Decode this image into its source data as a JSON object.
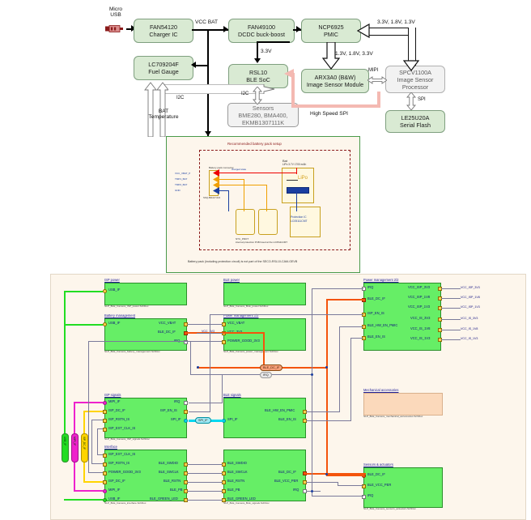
{
  "top_diagram": {
    "micro_usb_label": "Micro\nUSB",
    "blocks": [
      {
        "id": "charger",
        "line1": "FAN54120",
        "line2": "Charger IC"
      },
      {
        "id": "dcdc",
        "line1": "FAN49100",
        "line2": "DCDC buck-boost"
      },
      {
        "id": "pmic",
        "line1": "NCP6925",
        "line2": "PMIC"
      },
      {
        "id": "fuelgauge",
        "line1": "LC709204F",
        "line2": "Fuel Gauge"
      },
      {
        "id": "rsl10",
        "line1": "RSL10",
        "line2": "BLE SoC"
      },
      {
        "id": "sensor",
        "line1": "ARX3A0 (B&W)",
        "line2": "Image Sensor Module"
      },
      {
        "id": "isp",
        "line1": "SPCV1100A",
        "line2": "Image Sensor",
        "line3": "Processor"
      },
      {
        "id": "flash",
        "line1": "LE25U20A",
        "line2": "Serial Flash"
      },
      {
        "id": "sensors",
        "line1": "Sensors",
        "line2": "BME280, BMA400,",
        "line3": "EKMB1307111K"
      }
    ],
    "net_labels": {
      "vcc_bat": "VCC BAT",
      "v33": "3.3V",
      "pmic_in": "3.3V, 1.8V, 1.3V",
      "pmic_out": "1.3V, 1.8V, 3.3V",
      "mipi": "MIPI",
      "spi": "SPI",
      "hs_spi": "High Speed SPI",
      "i2c_fuel": "I2C",
      "i2c_sensors": "I2C",
      "bat_temperature": "BAT\nTemperature"
    }
  },
  "battery_panel": {
    "title": "Recommended battery pack setup",
    "caption": "Battery pack (including protection circuit) is not part of the SECO-RSL10-CAM-GEVB",
    "cell_label": "Bat",
    "cell_spec": "LiPo 3.7V 1700 mAh",
    "cell_chem": "LiPo",
    "protection_label": "Protection IC",
    "protection_part": "LC05111CMT",
    "connector_title": "Battery pack connector",
    "connector_part": "SSQ-891117-02J",
    "connector_pins": [
      {
        "name": "VCC_VBAT_P",
        "num": "1"
      },
      {
        "name": "TMP1_BAT",
        "num": "2"
      },
      {
        "name": "TMP2_BAT",
        "num": "3"
      },
      {
        "name": "GND",
        "num": "4"
      }
    ],
    "charger_note": "charged state",
    "therm_note": "NTC_PROT",
    "therm_note2": "internal protection PCB fused at the LC05111CMT"
  },
  "bottom_diagram": {
    "blocks": [
      {
        "id": "isp_power",
        "title": "ISP power",
        "footer": "SLP_BLE_Camera_ISP_power.SchDoc",
        "inputs": [
          "USB_IF"
        ],
        "outputs": []
      },
      {
        "id": "battery_management",
        "title": "Battery management",
        "footer": "SLP_BLE_Camera_battery_management.SchDoc",
        "inputs": [
          "USB_IF"
        ],
        "outputs": [
          "VCC_VBAT",
          "BLE_DC_IF",
          "IRQ"
        ]
      },
      {
        "id": "ble_power",
        "title": "BLE power",
        "footer": "SLP_BLE_Camera_BLE_power.SchDoc",
        "inputs": [],
        "outputs": []
      },
      {
        "id": "power_management_1",
        "title": "Power management 1/2",
        "footer": "SLP_BLE_Camera_power_management.SchDoc",
        "inputs": [
          "VCC_VBAT",
          "VCC_3V3",
          "POWER_GOOD_3V3"
        ],
        "outputs": []
      },
      {
        "id": "power_management_2",
        "title": "Power management 2/2",
        "footer": "",
        "inputs": [
          "IRQ",
          "BLE_DC_IF",
          "ISP_EN_IS",
          "BLE_HW_EN_PMIC",
          "BLE_EN_IS"
        ],
        "outputs": [
          "VCC_ISP_3V3",
          "VCC_ISP_1V8",
          "VCC_ISP_1V3",
          "VCC_IS_3V3",
          "VCC_IS_1V8",
          "VCC_IS_1V3"
        ],
        "nets": [
          "VCC_ISP_3V3",
          "VCC_ISP_1V8",
          "VCC_ISP_1V3",
          "VCC_IS_3V3",
          "VCC_IS_1V8",
          "VCC_IS_1V3"
        ]
      },
      {
        "id": "isp_signals",
        "title": "ISP signals",
        "footer": "SLP_BLE_Camera_ISP_signals.SchDoc",
        "inputs": [
          "MIPI_IF",
          "ISP_DC_IF",
          "ISP_RSTN_IS",
          "ISP_EXT_CLK_IS"
        ],
        "outputs": [
          "IRQ",
          "ISP_EN_IS",
          "SPI_IF"
        ]
      },
      {
        "id": "ble_signals",
        "title": "BLE signals",
        "footer": "",
        "inputs": [
          "SPI_IF"
        ],
        "outputs": [
          "BLE_HW_EN_PMIC",
          "BLE_EN_IS"
        ]
      },
      {
        "id": "interface",
        "title": "Interface",
        "footer": "SLP_BLE_Camera_interface.SchDoc",
        "inputs": [
          "ISP_EXT_CLK_IS",
          "ISP_RSTN_IS",
          "POWER_GOOD_3V3",
          "ISP_DC_IF",
          "MIPI_IF",
          "USB_IF"
        ],
        "outputs": [
          "BLE_SWDIO",
          "BLE_SWCLK",
          "BLE_RSTN",
          "BLE_PB",
          "BLE_GREEN_LED"
        ]
      },
      {
        "id": "ble_signals_2",
        "title": "BLE signals",
        "footer": "SLP_BLE_Camera_BLE_signals.SchDoc",
        "inputs": [
          "BLE_SWDIO",
          "BLE_SWCLK",
          "BLE_RSTN",
          "BLE_PB",
          "BLE_GREEN_LED"
        ],
        "outputs": [
          "BLE_DC_IF",
          "BLE_VCC_PER",
          "IRQ"
        ]
      },
      {
        "id": "mechanical",
        "title": "Mechanical accessories",
        "footer": "SLP_BLE_Camera_mechanical_accessories.SchDoc",
        "inputs": [],
        "outputs": []
      },
      {
        "id": "sensors_actuators",
        "title": "Sensors & actuators",
        "footer": "SLP_BLE_Camera_sensors_actuators.SchDoc",
        "inputs": [
          "BLE_DC_IF",
          "BLE_VCC_PER",
          "IRQ"
        ],
        "outputs": []
      }
    ],
    "bus_labels": [
      "BLE_DC_IF",
      "IRQ",
      "SPI_IF"
    ],
    "vertical_buses": [
      "USB_IF",
      "MIPI_IF",
      "ISP_DC_IF"
    ],
    "side_net": "VCC_3V3"
  },
  "colors": {
    "block_green": "#d9ead3",
    "schem_green": "#66ee66",
    "peach": "#fbd9bb",
    "orange_bus": "#f4540c",
    "pink_spi": "#f4b9b2",
    "cyan_bus": "#00d8f0",
    "panel_bg": "#fdf6ec",
    "panel_border": "#4a9a4a"
  }
}
